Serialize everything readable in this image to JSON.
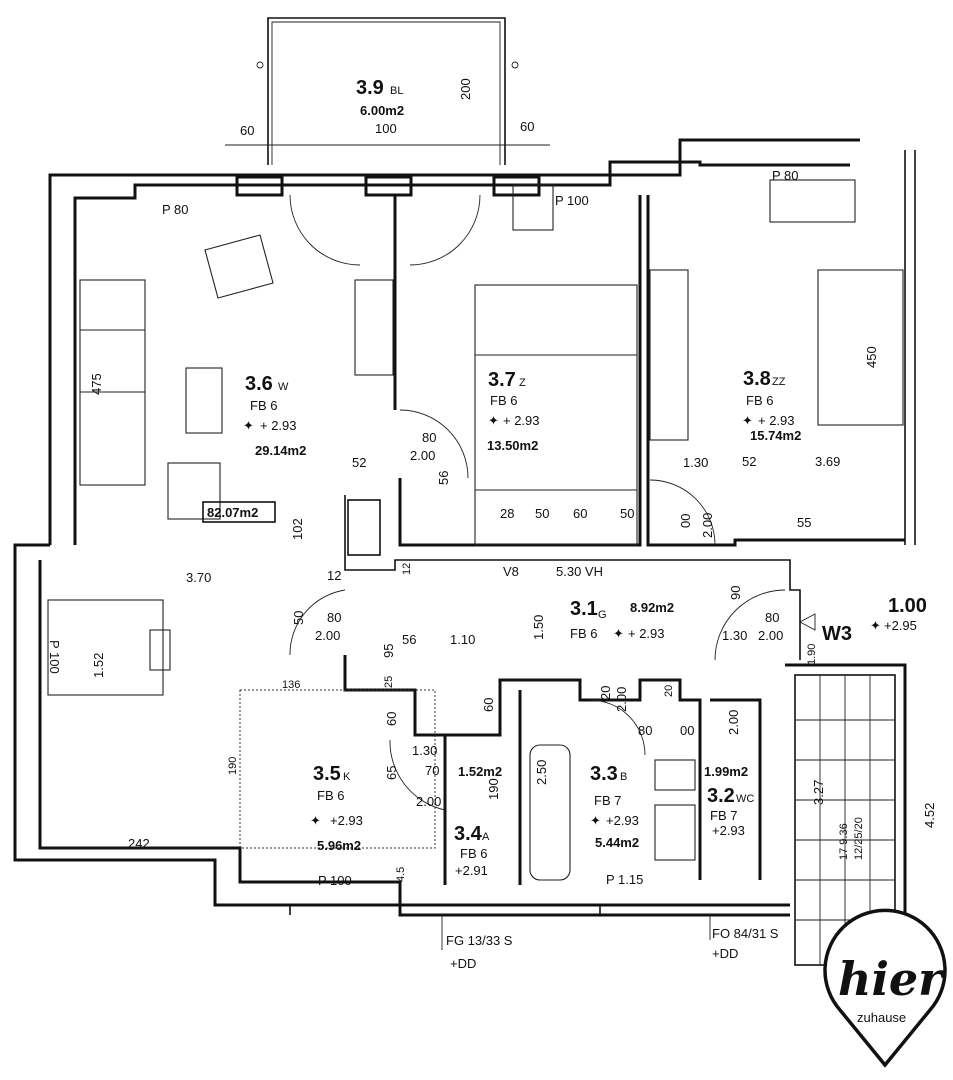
{
  "title": "Floor plan",
  "rooms": {
    "r39": {
      "num": "3.9",
      "code": "BL",
      "area": "6.00m2"
    },
    "r36": {
      "num": "3.6",
      "code": "W",
      "fb": "FB 6",
      "height": "+ 2.93",
      "area": "29.14m2"
    },
    "r37": {
      "num": "3.7",
      "code": "Z",
      "fb": "FB 6",
      "height": "+ 2.93",
      "area": "13.50m2"
    },
    "r38": {
      "num": "3.8",
      "code": "ZZ",
      "fb": "FB 6",
      "height": "+ 2.93",
      "area": "15.74m2"
    },
    "r31": {
      "num": "3.1",
      "code": "G",
      "fb": "FB 6",
      "height": "+ 2.93",
      "area": "8.92m2"
    },
    "r35": {
      "num": "3.5",
      "code": "K",
      "fb": "FB 6",
      "height": "+2.93",
      "area": "5.96m2"
    },
    "r34": {
      "num": "3.4",
      "code": "A",
      "fb": "FB 6",
      "height": "+2.91",
      "area": "1.52m2"
    },
    "r33": {
      "num": "3.3",
      "code": "B",
      "fb": "FB 7",
      "height": "+2.93",
      "area": "5.44m2"
    },
    "r32": {
      "num": "3.2",
      "code": "WC",
      "fb": "FB 7",
      "height": "+2.93",
      "area": "1.99m2"
    },
    "w3": {
      "num": "W3",
      "area": "1.00",
      "height": "+2.95"
    }
  },
  "total_area": "82.07m2",
  "dimensions": [
    "60",
    "100",
    "60",
    "200",
    "P 80",
    "P 100",
    "P 80",
    "475",
    "450",
    "80",
    "2.00",
    "52",
    "56",
    "1.30",
    "52",
    "3.69",
    "28",
    "50",
    "60",
    "50",
    "00",
    "2.00",
    "55",
    "102",
    "12",
    "3.70",
    "V8",
    "5.30 VH",
    "50",
    "80",
    "2.00",
    "95",
    "56",
    "1.10",
    "1.50",
    "90",
    "80",
    "1.30",
    "2.00",
    "1.52",
    "P 100",
    "136",
    "25",
    "60",
    "60",
    "1.30",
    "65",
    "70",
    "2.00",
    "190",
    "190",
    "2.50",
    "20",
    "2.00",
    "20",
    "80",
    "00",
    "2.00",
    "242",
    "P 100",
    "4.5",
    "P 1.15",
    "3.27",
    "4.52",
    "17  9.36",
    "12/25/20",
    "12",
    "1.90"
  ],
  "notes": {
    "fg": "FG 13/33 S",
    "fg_dd": "+DD",
    "fo": "FO 84/31 S",
    "fo_dd": "+DD"
  },
  "logo": {
    "main": "hier",
    "sub": "zuhause"
  }
}
